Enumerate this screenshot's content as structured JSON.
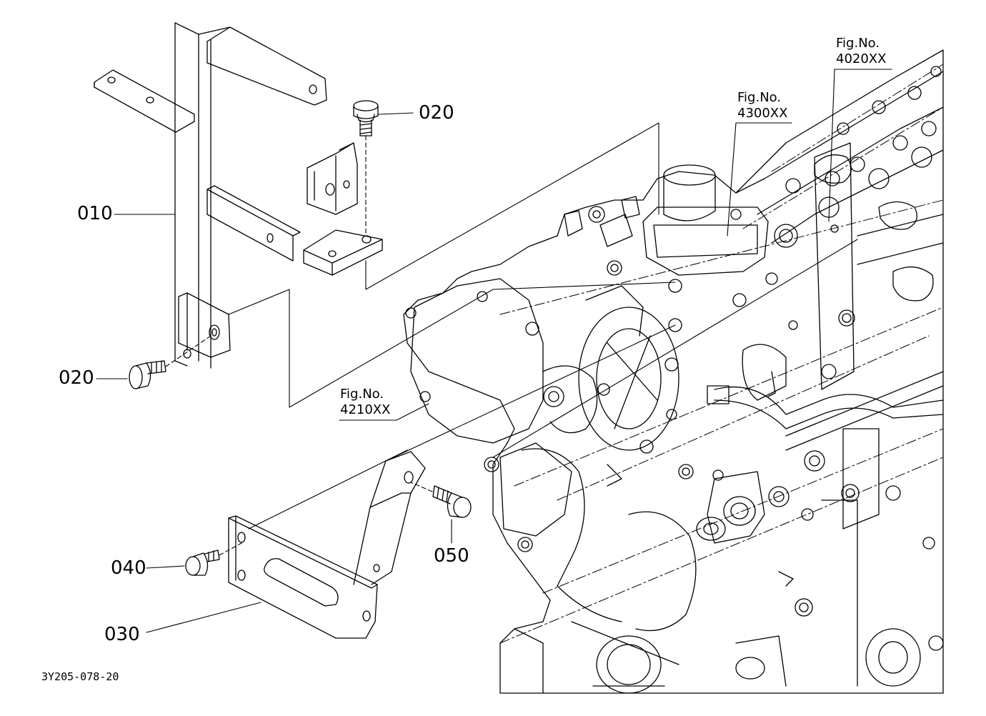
{
  "parts": [
    {
      "id": "part-010",
      "label": "010"
    },
    {
      "id": "part-020-top",
      "label": "020"
    },
    {
      "id": "part-020-left",
      "label": "020"
    },
    {
      "id": "part-030",
      "label": "030"
    },
    {
      "id": "part-040",
      "label": "040"
    },
    {
      "id": "part-050",
      "label": "050"
    }
  ],
  "figure_refs": [
    {
      "id": "fig-4020",
      "title": "Fig.No.",
      "code": "4020XX"
    },
    {
      "id": "fig-4300",
      "title": "Fig.No.",
      "code": "4300XX"
    },
    {
      "id": "fig-4210",
      "title": "Fig.No.",
      "code": "4210XX"
    }
  ],
  "drawing_id": "3Y205-078-20"
}
